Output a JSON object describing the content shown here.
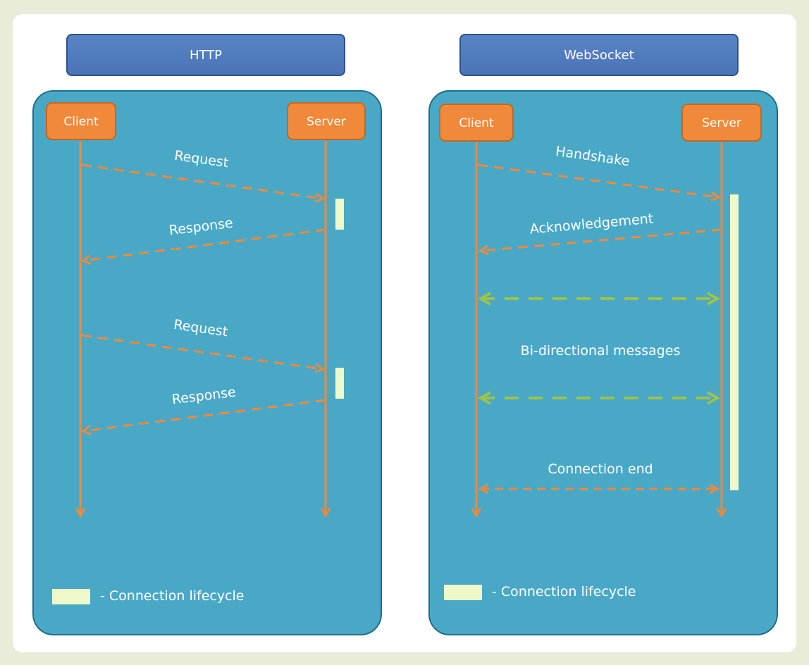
{
  "panels": {
    "http": {
      "title": "HTTP",
      "client": "Client",
      "server": "Server",
      "messages": [
        "Request",
        "Response",
        "Request",
        "Response"
      ],
      "legend": "- Connection lifecycle"
    },
    "websocket": {
      "title": "WebSocket",
      "client": "Client",
      "server": "Server",
      "messages": [
        "Handshake",
        "Acknowledgement",
        "Bi-directional messages",
        "Connection end"
      ],
      "legend": "- Connection lifecycle"
    }
  },
  "colors": {
    "panel_fill": "#4aa8c7",
    "panel_border": "#1f6f88",
    "title_fill": "#5884c6",
    "actor_fill": "#f0893a",
    "orange_line": "#f0893a",
    "green_line": "#9cc24a",
    "lifecycle_fill": "#eef8c8"
  }
}
